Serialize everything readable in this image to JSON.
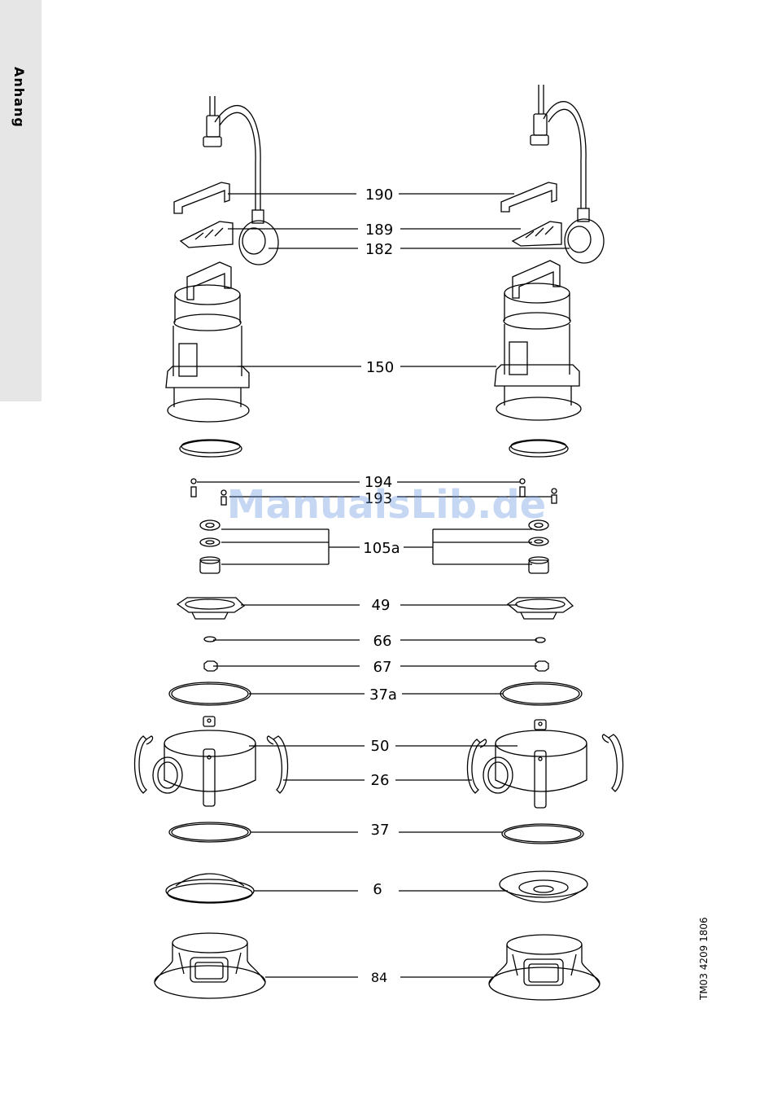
{
  "sidebar": {
    "label": "Anhang"
  },
  "parts": [
    {
      "id": "p190",
      "label": "190"
    },
    {
      "id": "p189",
      "label": "189"
    },
    {
      "id": "p182",
      "label": "182"
    },
    {
      "id": "p150",
      "label": "150"
    },
    {
      "id": "p194",
      "label": "194"
    },
    {
      "id": "p193",
      "label": "193"
    },
    {
      "id": "p105a",
      "label": "105a"
    },
    {
      "id": "p49",
      "label": "49"
    },
    {
      "id": "p66",
      "label": "66"
    },
    {
      "id": "p67",
      "label": "67"
    },
    {
      "id": "p37a",
      "label": "37a"
    },
    {
      "id": "p50",
      "label": "50"
    },
    {
      "id": "p26",
      "label": "26"
    },
    {
      "id": "p37",
      "label": "37"
    },
    {
      "id": "p6",
      "label": "6"
    },
    {
      "id": "p84",
      "label": "84"
    }
  ],
  "doc_code": "TM03 4209 1806",
  "watermark": "ManualsLib.de",
  "colors": {
    "line": "#000000",
    "sidebar": "#e6e6e6",
    "watermark": "#5a8cdc"
  }
}
